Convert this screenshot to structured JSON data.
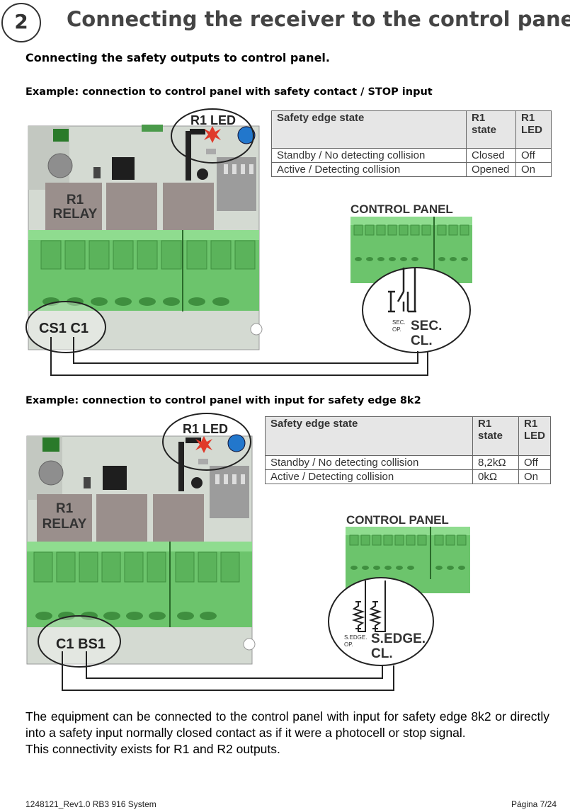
{
  "header": {
    "number": "2",
    "title": "Connecting the receiver to the control panel"
  },
  "section_title": "Connecting the safety outputs to control panel.",
  "example1": {
    "title": "Example: connection to control panel with safety contact / STOP input",
    "labels": {
      "led": "R1 LED",
      "relay_line1": "R1",
      "relay_line2": "RELAY",
      "terminals": "CS1 C1",
      "control_panel": "CONTROL PANEL",
      "small_line1": "SEC.",
      "small_line2": "OP.",
      "big_line1": "SEC.",
      "big_line2": "CL."
    },
    "table": {
      "headers": [
        "Safety edge state",
        "R1 state",
        "R1 LED"
      ],
      "rows": [
        [
          "Standby / No detecting collision",
          "Closed",
          "Off"
        ],
        [
          "Active / Detecting collision",
          "Opened",
          "On"
        ]
      ]
    }
  },
  "example2": {
    "title": "Example: connection to control panel with input for safety edge 8k2",
    "labels": {
      "led": "R1 LED",
      "relay_line1": "R1",
      "relay_line2": "RELAY",
      "terminals": "C1 BS1",
      "control_panel": "CONTROL PANEL",
      "small_line1": "S.EDGE.",
      "small_line2": "OP.",
      "big_line1": "S.EDGE.",
      "big_line2": "CL."
    },
    "table": {
      "headers": [
        "Safety edge state",
        "R1 state",
        "R1 LED"
      ],
      "rows": [
        [
          "Standby / No detecting collision",
          "8,2kΩ",
          "Off"
        ],
        [
          "Active / Detecting collision",
          "0kΩ",
          "On"
        ]
      ]
    }
  },
  "body": {
    "paragraph1": "The equipment can be connected to the control panel with input for safety edge 8k2 or directly into a safety input normally closed contact as if it were a photocell or stop signal.",
    "paragraph2": "This connectivity exists for R1 and R2 outputs."
  },
  "footer": {
    "left": "1248121_Rev1.0 RB3 916 System",
    "right": "Página 7/24"
  },
  "colors": {
    "board": "#d4dad2",
    "terminal_green": "#6cc46c",
    "terminal_light": "#8fdc8f",
    "relay": "#9a8f8c",
    "led_red": "#e03a2a",
    "button_blue": "#2277cc",
    "outline": "#222222"
  }
}
